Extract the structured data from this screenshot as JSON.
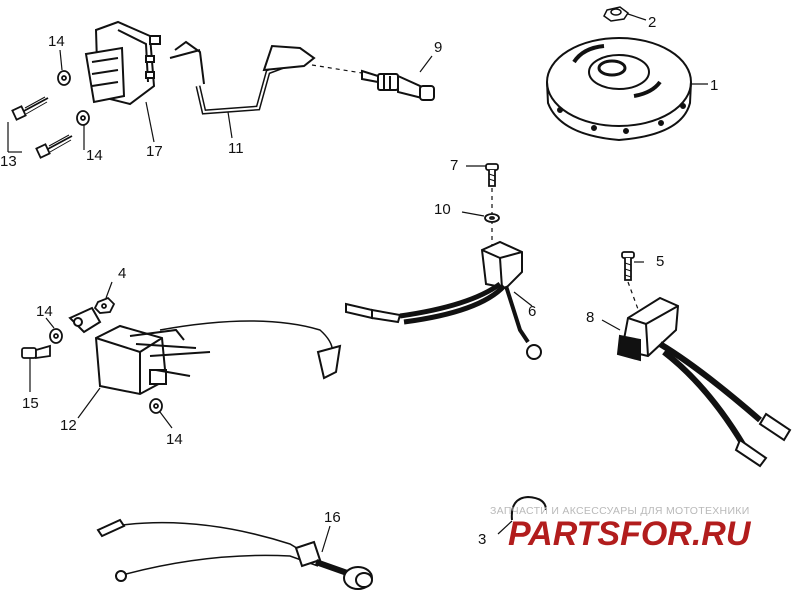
{
  "callouts": {
    "c1": "1",
    "c2": "2",
    "c3": "3",
    "c4": "4",
    "c5": "5",
    "c6": "6",
    "c7": "7",
    "c8": "8",
    "c9": "9",
    "c10": "10",
    "c11": "11",
    "c12": "12",
    "c13": "13",
    "c14a": "14",
    "c14b": "14",
    "c14c": "14",
    "c14d": "14",
    "c15": "15",
    "c16": "16",
    "c17": "17"
  },
  "watermark": {
    "subtitle": "ЗАПЧАСТИ И АКСЕССУАРЫ ДЛЯ МОТОТЕХНИКИ",
    "brand": "PARTSFOR.RU"
  },
  "colors": {
    "ink": "#111111",
    "watermark_red": "#b21d1d",
    "watermark_gray": "#b9b9b9"
  }
}
